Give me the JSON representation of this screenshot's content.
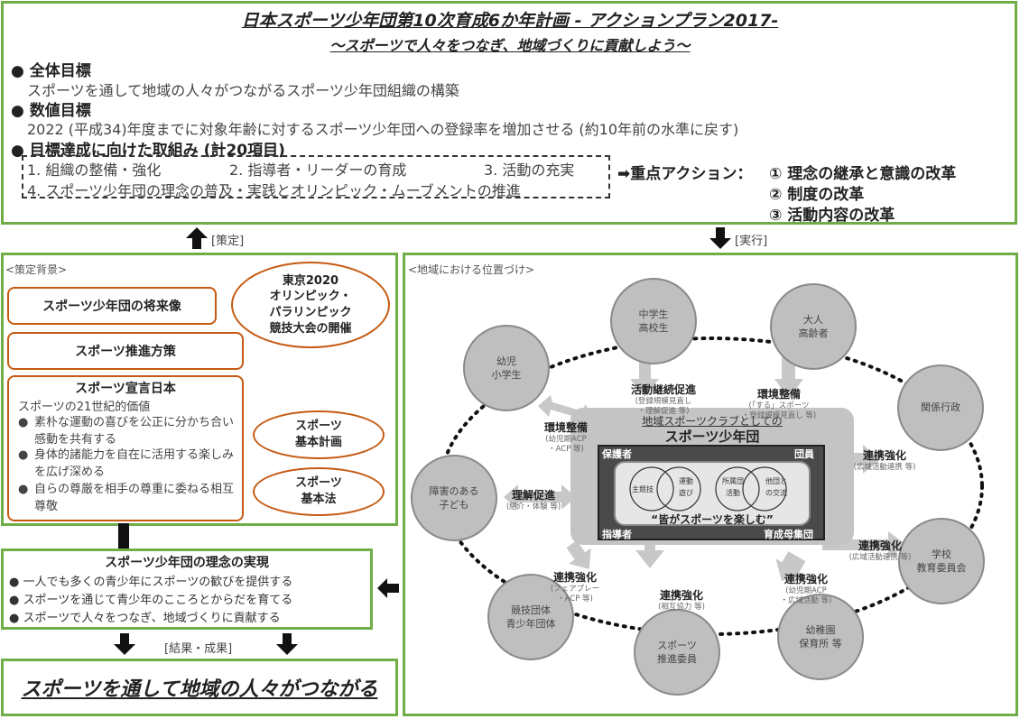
{
  "header": {
    "title": "日本スポーツ少年団第10次育成6か年計画 - アクションプラン2017-",
    "subtitle": "～スポーツで人々をつなぎ、地域づくりに貢献しよう～"
  },
  "goals": {
    "overall_heading": "全体目標",
    "overall_text": "スポーツを通して地域の人々がつながるスポーツ少年団組織の構築",
    "numeric_heading": "数値目標",
    "numeric_text": "2022 (平成34)年度までに対象年齢に対するスポーツ少年団への登録率を増加させる (約10年前の水準に戻す)",
    "initiatives_heading": "目標達成に向けた取組み (計20項目)",
    "initiatives": [
      "1. 組織の整備・強化",
      "2. 指導者・リーダーの育成",
      "3. 活動の充実",
      "4. スポーツ少年団の理念の普及・実践とオリンピック・ムーブメントの推進"
    ],
    "key_action_label": "➡重点アクション：",
    "key_actions": [
      "① 理念の継承と意識の改革",
      "② 制度の改革",
      "③ 活動内容の改革"
    ]
  },
  "arrows": {
    "left_label": "[策定]",
    "right_label": "[実行]",
    "result_label": "[結果・成果]"
  },
  "background_panel": {
    "heading": "<策定背景>",
    "box1": "スポーツ少年団の将来像",
    "box2": "スポーツ推進方策",
    "declaration_title": "スポーツ宣言日本",
    "declaration_sub": "スポーツの21世紀的価値",
    "declaration_items": [
      "素朴な運動の喜びを公正に分かち合い感動を共有する",
      "身体的諸能力を自在に活用する楽しみを広げ深める",
      "自らの尊厳を相手の尊重に委ねる相互尊敬"
    ],
    "ellipse1": "東京2020\nオリンピック・\nパラリンピック\n競技大会の開催",
    "ellipse2": "スポーツ\n基本計画",
    "ellipse3": "スポーツ\n基本法"
  },
  "philosophy": {
    "title": "スポーツ少年団の理念の実現",
    "items": [
      "一人でも多くの青少年にスポーツの歓びを提供する",
      "スポーツを通じて青少年のこころとからだを育てる",
      "スポーツで人々をつなぎ、地域づくりに貢献する"
    ]
  },
  "result_text": "スポーツを通して地域の人々がつながる",
  "region_panel": {
    "heading": "<地域における位置づけ>",
    "center_caption": "地域スポーツクラブとしての",
    "center_title": "スポーツ少年団",
    "corner_tl": "保護者",
    "corner_tr": "団員",
    "corner_bl": "指導者",
    "corner_br": "育成母集団",
    "inner_circles": [
      "主競技",
      "運動\n遊び",
      "所属団\n活動",
      "他団と\nの交流"
    ],
    "motto": "“皆がスポーツを楽しむ”",
    "circles": [
      "中学生\n高校生",
      "大人\n高齢者",
      "関係行政",
      "学校\n教育委員会",
      "幼稚園\n保育所 等",
      "スポーツ\n推進委員",
      "競技団体\n青少年団体",
      "障害のある\n子ども",
      "幼児\n小学生"
    ],
    "links": [
      {
        "h": "活動継続促進",
        "s": "(登録規模見直し\n・理解促進 等)"
      },
      {
        "h": "環境整備",
        "s": "(「する」スポーツ\n・登録規模見直し 等)"
      },
      {
        "h": "連携強化",
        "s": "(広域活動連携 等)"
      },
      {
        "h": "連携強化",
        "s": "(広域活動連携 等)"
      },
      {
        "h": "連携強化",
        "s": "(幼児期ACP\n・広域活動 等)"
      },
      {
        "h": "連携強化",
        "s": "(相互協力 等)"
      },
      {
        "h": "連携強化",
        "s": "(フェアプレー\n・ACP 等)"
      },
      {
        "h": "理解促進",
        "s": "(紹介・体験 等)"
      },
      {
        "h": "環境整備",
        "s": "(幼児期ACP\n・ACP 等)"
      }
    ]
  }
}
